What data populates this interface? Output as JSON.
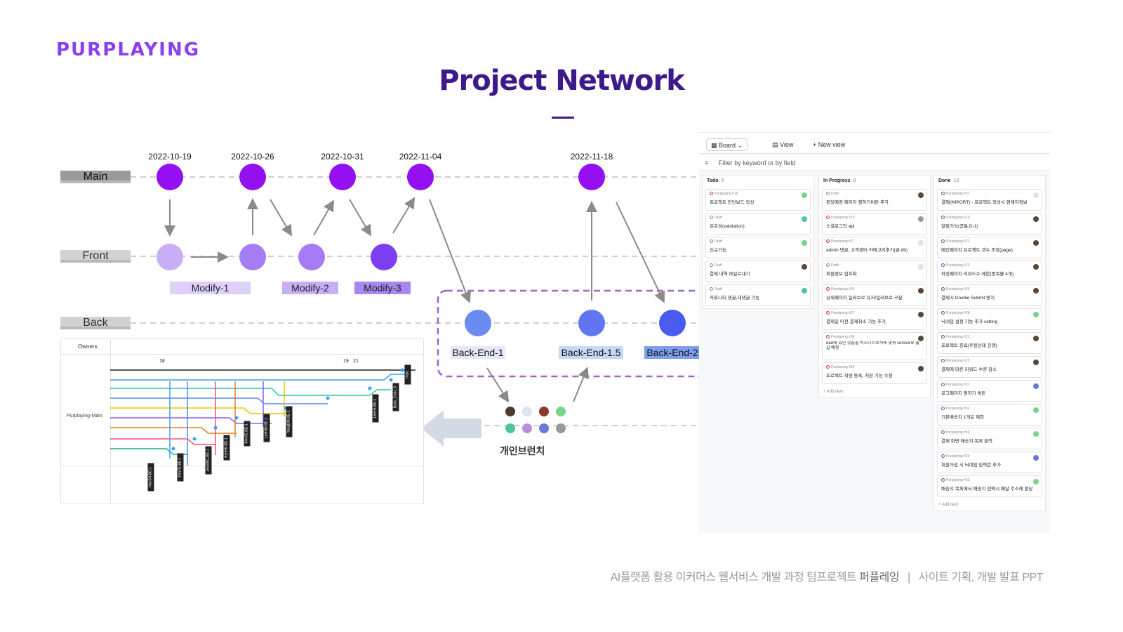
{
  "header": {
    "logo": "PURPLAYING",
    "title": "Project Network"
  },
  "network": {
    "lanes": {
      "main": "Main",
      "front": "Front",
      "back": "Back"
    },
    "dates": [
      "2022-10-19",
      "2022-10-26",
      "2022-10-31",
      "2022-11-04",
      "2022-11-18"
    ],
    "front_tags": [
      "Modify-1",
      "Modify-2",
      "Modify-3"
    ],
    "back_tags": [
      "Back-End-1",
      "Back-End-1.5",
      "Back-End-2"
    ],
    "personal_branch_label": "개인브런치",
    "colors": {
      "main_node": "#9410f0",
      "front_light": "#c8aef6",
      "front_mid": "#a57cf3",
      "front_dark": "#7a3ff0",
      "back_node": "#5f76f0",
      "dashed_box": "#9966cc"
    }
  },
  "git_graph": {
    "owners_header": "Owners",
    "row_label": "Purplaying-Main",
    "scale": [
      "18",
      "19",
      "21"
    ],
    "tags": [
      "main",
      "Back_End-1.5",
      "LeeHJ-BE-1",
      "YangDM-BE-1",
      "LeeHW-BE-1",
      "KimYE-BE-1",
      "KimHK-BE-1",
      "JeonWC-BE-1",
      "KimYE-BE-1",
      "HanSH-BE-1"
    ]
  },
  "board": {
    "tabs": {
      "board": "Board",
      "view": "View",
      "new_view": "New view"
    },
    "filter_placeholder": "Filter by keyword or by field",
    "columns": [
      {
        "title": "Todo",
        "count": "5",
        "cards": [
          {
            "id": "Purplaying #15",
            "text": "프로젝트 칸반보드 작성",
            "status": "open"
          },
          {
            "id": "Draft",
            "text": "유효성(validation)",
            "status": "draft"
          },
          {
            "id": "Draft",
            "text": "신규기능",
            "status": "draft"
          },
          {
            "id": "Draft",
            "text": "결제 내역 파일로내기",
            "status": "draft"
          },
          {
            "id": "Draft",
            "text": "커뮤니티 댓글,대댓글 기능",
            "status": "draft"
          }
        ]
      },
      {
        "title": "In Progress",
        "count": "8",
        "cards": [
          {
            "id": "Draft",
            "text": "펀딩예정 페이지 찜하기버튼 추가",
            "status": "draft"
          },
          {
            "id": "Purplaying #19",
            "text": "소셜로그인 api",
            "status": "open"
          },
          {
            "id": "Purplaying #17",
            "text": "admin 댓글, 고객센터 카테고리추가(글,db)",
            "status": "open"
          },
          {
            "id": "Draft",
            "text": "회원정보 암호화",
            "status": "draft"
          },
          {
            "id": "Purplaying #24",
            "text": "상세페이지 일러브로 유저/일러브로 구분",
            "status": "open"
          },
          {
            "id": "Purplaying #27",
            "text": "결제일 이전 결제취소 기능 추가",
            "status": "open"
          },
          {
            "id": "Purplaying #38",
            "text": "dao에 있던 것들을 비즈니스로직에 맞춰 service로 옮길 예정",
            "status": "open"
          },
          {
            "id": "Purplaying #39",
            "text": "프로젝트 작성 등록, 저장 기능 수정",
            "status": "open"
          }
        ],
        "add": "+ Add item"
      },
      {
        "title": "Done",
        "count": "18",
        "cards": [
          {
            "id": "Purplaying #37",
            "text": "결제(IMPORT) - 프로젝트 작성시 판매자정보",
            "status": "done"
          },
          {
            "id": "Purplaying #16",
            "text": "알림기능(공통,D-1)",
            "status": "done"
          },
          {
            "id": "Purplaying #22",
            "text": "메인페이지 프로젝트 갯수 조정(page)",
            "status": "done"
          },
          {
            "id": "Purplaying #23",
            "text": "작성페이지 리워드수 제한(중복불 4개)",
            "status": "done"
          },
          {
            "id": "Purplaying #36",
            "text": "결제시 Double Submit 방지",
            "status": "done"
          },
          {
            "id": "Purplaying #28",
            "text": "닉네임 설정 기능 추가 setting",
            "status": "done"
          },
          {
            "id": "Purplaying #21",
            "text": "프로젝트 종료(후원상태 진행)",
            "status": "done"
          },
          {
            "id": "Purplaying #25",
            "text": "결제에 따른 리워드 수량 감소",
            "status": "done"
          },
          {
            "id": "Purplaying #31",
            "text": "로그페이지 찜하기 버튼",
            "status": "done"
          },
          {
            "id": "Purplaying #32",
            "text": "기본배송지 1개로 제한",
            "status": "done"
          },
          {
            "id": "Purplaying #33",
            "text": "결제 화면 배송지 목록 출력",
            "status": "done"
          },
          {
            "id": "Purplaying #34",
            "text": "회원가입 시 닉네임 입력란 추가",
            "status": "done"
          },
          {
            "id": "Purplaying #35",
            "text": "배송지 목록에서 배송지 선택시 배달 주소에 할당",
            "status": "done"
          }
        ],
        "add": "+ Add item"
      }
    ]
  },
  "footer": {
    "course": "AI플랫폼 활용 이커머스 웹서비스 개발 과정 팀프로젝트",
    "team": "퍼플레잉",
    "sep": "|",
    "desc": "사이트 기획, 개발 발표 PPT"
  }
}
